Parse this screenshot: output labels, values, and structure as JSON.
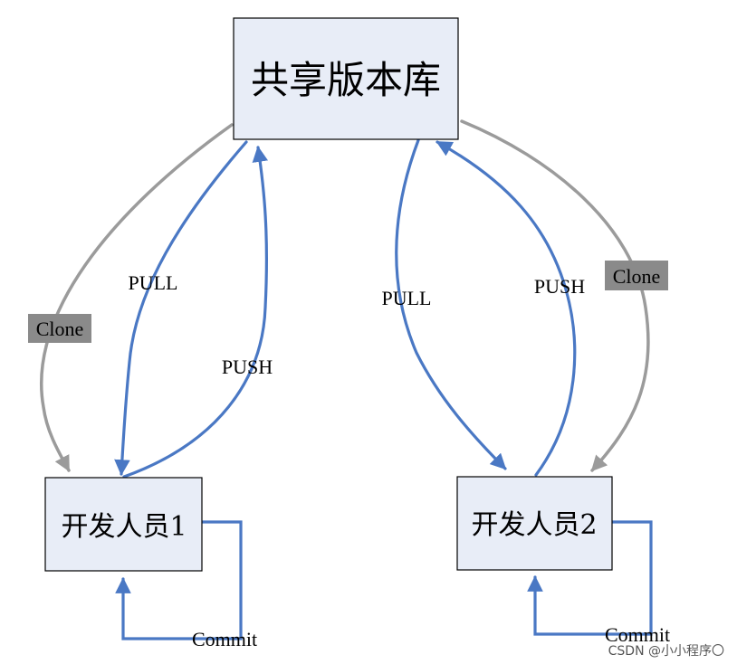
{
  "nodes": {
    "shared_repo": "共享版本库",
    "developer1": "开发人员1",
    "developer2": "开发人员2"
  },
  "edges": {
    "dev1_clone": "Clone",
    "dev1_pull": "PULL",
    "dev1_push": "PUSH",
    "dev1_commit": "Commit",
    "dev2_clone": "Clone",
    "dev2_pull": "PULL",
    "dev2_push": "PUSH",
    "dev2_commit": "Commit"
  },
  "watermark": "CSDN @小小程序〇",
  "colors": {
    "node_fill": "#e8edf7",
    "clone_arrow": "#9b9b9b",
    "clone_label_bg": "#8a8a8a",
    "flow_arrow": "#4a78c4"
  }
}
